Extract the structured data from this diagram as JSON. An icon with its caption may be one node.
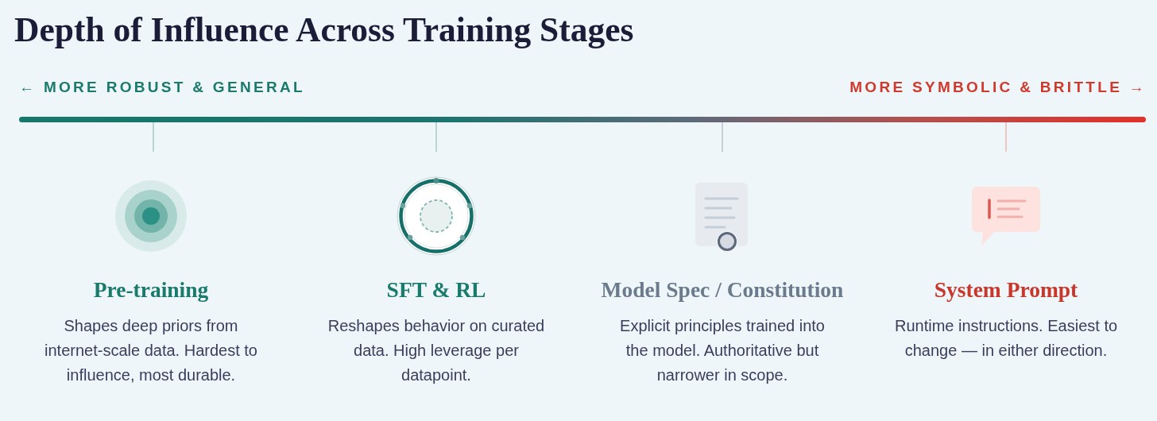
{
  "diagram": {
    "title": "Depth of Influence Across Training Stages",
    "nodes": [
      {
        "text": [
          "Pre-training",
          "Shapes deep priors from internet-scale data. Hardest to influence, most durable."
        ]
      },
      {
        "text": [
          "SFT & RL",
          "Reshapes behavior on curated data. High leverage per datapoint."
        ]
      },
      {
        "text": [
          "Model Spec / Constitution",
          "Explicit principles trained into the model. Authoritative but narrower in scope."
        ]
      },
      {
        "text": [
          "System Prompt",
          "Runtime instructions. Easiest to change — in either direction."
        ]
      }
    ],
    "labels": [
      "← MORE ROBUST & GENERAL",
      "MORE SYMBOLIC & BRITTLE →"
    ]
  }
}
